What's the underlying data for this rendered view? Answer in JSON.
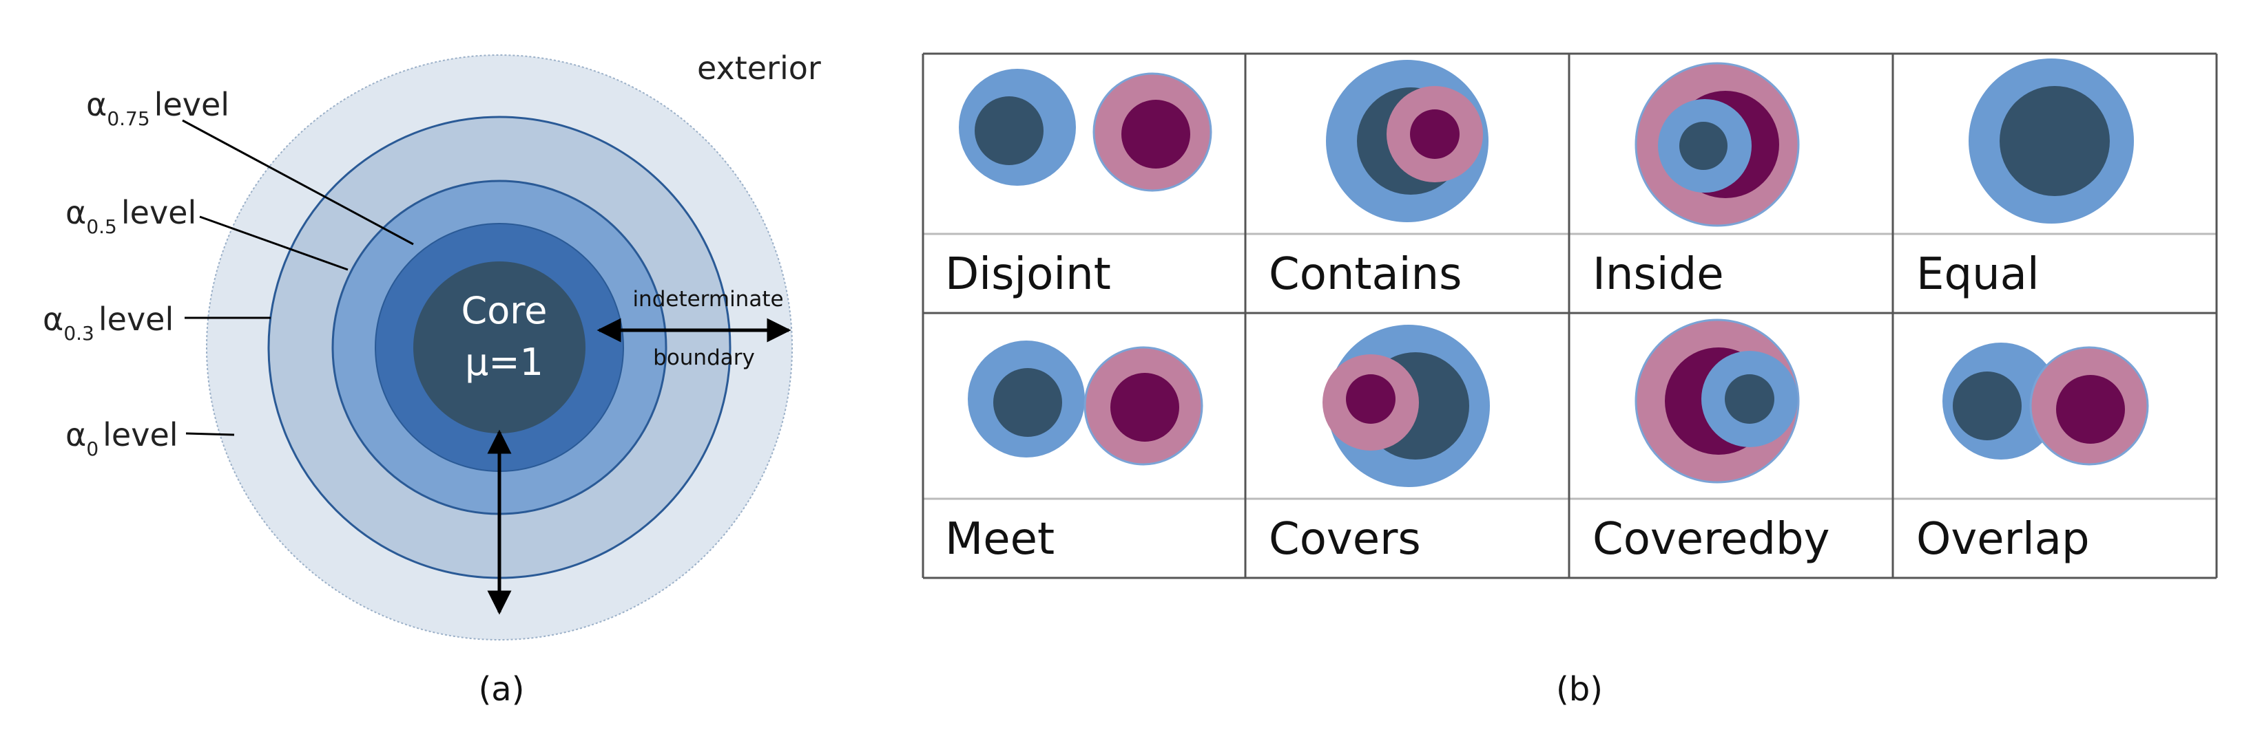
{
  "panel_a": {
    "exterior": "exterior",
    "core_title": "Core",
    "core_mu": "μ=1",
    "indeterminate": "indeterminate",
    "boundary": "boundary",
    "levels": [
      {
        "alpha": "α",
        "sub": "0.75",
        "word": "level"
      },
      {
        "alpha": "α",
        "sub": "0.5",
        "word": "level"
      },
      {
        "alpha": "α",
        "sub": "0.3",
        "word": "level"
      },
      {
        "alpha": "α",
        "sub": "0",
        "word": "level"
      }
    ],
    "caption": "(a)"
  },
  "panel_b": {
    "relations": [
      "Disjoint",
      "Contains",
      "Inside",
      "Equal",
      "Meet",
      "Covers",
      "Coveredby",
      "Overlap"
    ],
    "caption": "(b)"
  },
  "colors": {
    "blue_ring": "#6b9bd2",
    "dark_core": "#34526a",
    "pink_ring": "#c0809f",
    "maroon_core": "#6a0a50",
    "exterior_fill": "#dfe7f0",
    "level0_fill": "#b7c9de",
    "level03_fill": "#7ba3d3",
    "level05_fill": "#3c6eb0",
    "core_fill": "#34526a"
  }
}
